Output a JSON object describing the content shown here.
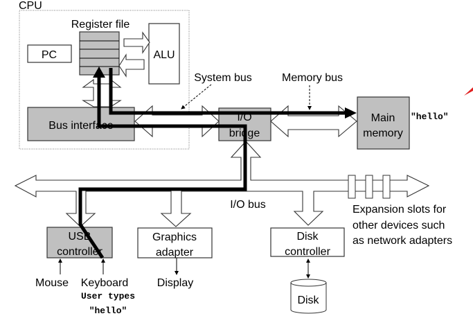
{
  "cpu": {
    "label": "CPU",
    "register_file": "Register file",
    "pc": "PC",
    "alu": "ALU",
    "bus_interface": "Bus interface"
  },
  "buses": {
    "system_bus": "System bus",
    "memory_bus": "Memory bus",
    "io_bus": "I/O bus"
  },
  "io_bridge": {
    "line1": "I/O",
    "line2": "bridge"
  },
  "main_memory": {
    "line1": "Main",
    "line2": "memory",
    "content": "\"hello\""
  },
  "devices": {
    "usb": {
      "line1": "USB",
      "line2": "controller"
    },
    "graphics": {
      "line1": "Graphics",
      "line2": "adapter"
    },
    "disk_controller": {
      "line1": "Disk",
      "line2": "controller"
    },
    "mouse": "Mouse",
    "keyboard": "Keyboard",
    "display": "Display",
    "disk": "Disk"
  },
  "expansion": {
    "line1": "Expansion slots for",
    "line2": "other devices such",
    "line3": "as network adapters"
  },
  "user_input": {
    "line1": "User types",
    "line2": "\"hello\""
  },
  "colors": {
    "box_fill": "#c0c0c0",
    "data_path": "#000000",
    "annotation_mark": "#e02020"
  }
}
